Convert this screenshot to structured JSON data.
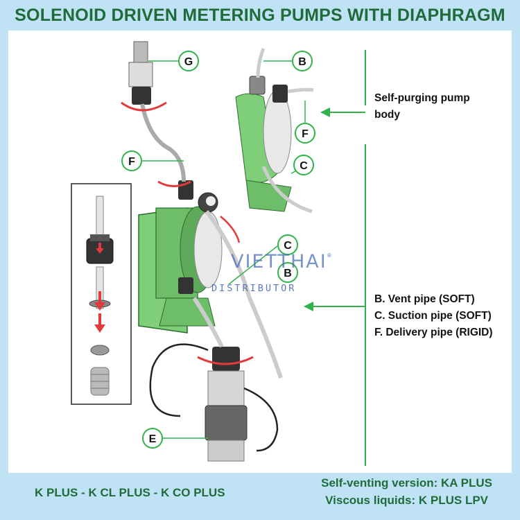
{
  "title": "SOLENOID DRIVEN METERING PUMPS WITH DIAPHRAGM",
  "callouts": {
    "g": "G",
    "b_top": "B",
    "f_right": "F",
    "c_right": "C",
    "f_left": "F",
    "c_mid": "C",
    "b_mid": "B",
    "e": "E"
  },
  "side_labels": {
    "self_purging_line1": "Self-purging pump",
    "self_purging_line2": "body",
    "vent_pipe": "B. Vent pipe (SOFT)",
    "suction_pipe": "C. Suction pipe (SOFT)",
    "delivery_pipe": "F. Delivery pipe (RIGID)"
  },
  "watermark": {
    "brand": "VIETTHAI",
    "registered": "®",
    "sub": "DISTRIBUTOR"
  },
  "footer": {
    "models": "K PLUS - K CL PLUS - K CO PLUS",
    "self_venting": "Self-venting version: KA PLUS",
    "viscous": "Viscous liquids: K PLUS LPV"
  },
  "colors": {
    "title_green": "#1f6b3a",
    "pump_green": "#7fcf7a",
    "callout_line": "#2fb34a",
    "background": "#bfe3f5",
    "arrow_red": "#e03a3a"
  }
}
